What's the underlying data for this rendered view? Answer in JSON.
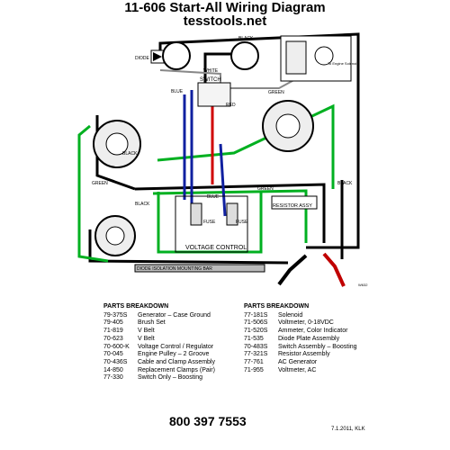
{
  "header": {
    "title": "11-606 Start-All Wiring Diagram",
    "website": "tesstools.net"
  },
  "diagram_labels": {
    "diode": "DIODE",
    "black": "BLACK",
    "white": "WHITE",
    "switch": "SWITCH",
    "blue": "BLUE",
    "red": "RED",
    "green": "GREEN",
    "to_engine_solenoid": "To Engine Solenoid",
    "resistor_assy": "RESISTOR ASSY",
    "fuse": "FUSE",
    "voltage_control": "VOLTAGE CONTROL",
    "diode_isolation_bar": "DIODE ISOLATION MOUNTING BAR",
    "drawing_code": "W632"
  },
  "colors": {
    "wire_black": "#000000",
    "wire_green": "#00b020",
    "wire_blue": "#1020a0",
    "wire_red": "#d00000",
    "wire_gray": "#888888",
    "clamp_red": "#c00000"
  },
  "parts_left": {
    "heading": "PARTS BREAKDOWN",
    "items": [
      {
        "pn": "79-375S",
        "desc": "Generator – Case Ground"
      },
      {
        "pn": "79-405",
        "desc": "Brush Set"
      },
      {
        "pn": "71-819",
        "desc": "V Belt"
      },
      {
        "pn": "70-623",
        "desc": "V Belt"
      },
      {
        "pn": "70-600-K",
        "desc": "Voltage Control / Regulator"
      },
      {
        "pn": "70-045",
        "desc": "Engine Pulley – 2 Groove"
      },
      {
        "pn": "70-436S",
        "desc": "Cable and Clamp Assembly"
      },
      {
        "pn": "14-850",
        "desc": "Replacement Clamps (Pair)"
      },
      {
        "pn": "77-330",
        "desc": "Switch Only – Boosting"
      }
    ]
  },
  "parts_right": {
    "heading": "PARTS BREAKDOWN",
    "items": [
      {
        "pn": "77-181S",
        "desc": "Solenoid"
      },
      {
        "pn": "71-506S",
        "desc": "Voltmeter, 0-18VDC"
      },
      {
        "pn": "71-520S",
        "desc": "Ammeter, Color Indicator"
      },
      {
        "pn": "71-535",
        "desc": "Diode Plate Assembly"
      },
      {
        "pn": "70-483S",
        "desc": "Switch Assembly – Boosting"
      },
      {
        "pn": "77-321S",
        "desc": "Resistor Assembly"
      },
      {
        "pn": "77-761",
        "desc": "AC Generator"
      },
      {
        "pn": "71-955",
        "desc": "Voltmeter, AC"
      }
    ]
  },
  "footer": {
    "phone": "800 397 7553",
    "date_note": "7.1.2011, KLK"
  }
}
